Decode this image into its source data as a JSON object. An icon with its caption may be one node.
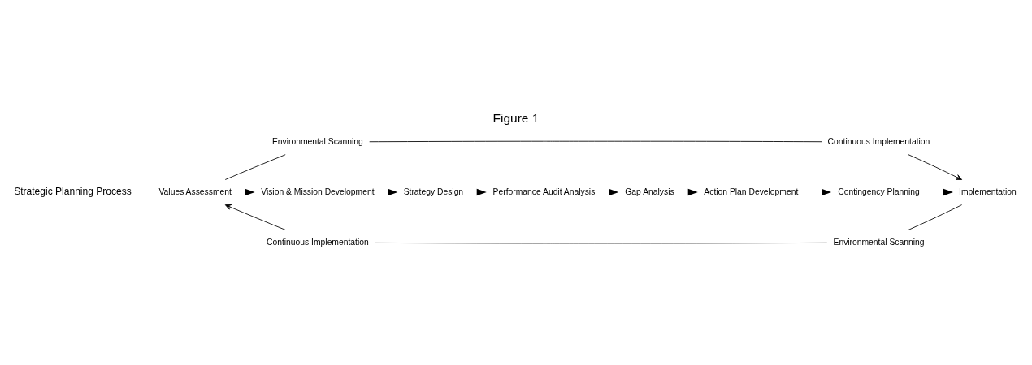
{
  "diagram": {
    "title": "Figure 1",
    "nodes": [
      {
        "text": [
          "Environmental Scanning"
        ]
      },
      {
        "text": [
          "Continuous Implementation"
        ]
      },
      {
        "text": [
          "Values Assessment"
        ]
      },
      {
        "text": [
          "Vision & Mission Development"
        ]
      },
      {
        "text": [
          "Strategy Design"
        ]
      },
      {
        "text": [
          "Performance Audit Analysis"
        ]
      },
      {
        "text": [
          "Gap Analysis"
        ]
      },
      {
        "text": [
          "Action Plan Development"
        ]
      },
      {
        "text": [
          "Contingency Planning"
        ]
      },
      {
        "text": [
          "Implementation"
        ]
      },
      {
        "text": [
          "Continuous Implementation"
        ]
      },
      {
        "text": [
          "Environmental Scanning"
        ]
      }
    ],
    "edges": [
      {
        "from": 2,
        "to": 3,
        "arrow": "to"
      },
      {
        "from": 3,
        "to": 4,
        "arrow": "to"
      },
      {
        "from": 4,
        "to": 5,
        "arrow": "to"
      },
      {
        "from": 5,
        "to": 6,
        "arrow": "to"
      },
      {
        "from": 6,
        "to": 7,
        "arrow": "to"
      },
      {
        "from": 7,
        "to": 8,
        "arrow": "to"
      },
      {
        "from": 8,
        "to": 9,
        "arrow": "to"
      },
      {
        "from": 2,
        "to": 0,
        "arrow": "none"
      },
      {
        "from": 0,
        "to": 1,
        "arrow": "none"
      },
      {
        "from": 1,
        "to": 9,
        "arrow": "to"
      },
      {
        "from": 9,
        "to": 11,
        "arrow": "none"
      },
      {
        "from": 11,
        "to": 10,
        "arrow": "none"
      },
      {
        "from": 10,
        "to": 2,
        "arrow": "to"
      }
    ],
    "labels": [
      "Strategic Planning Process"
    ]
  }
}
